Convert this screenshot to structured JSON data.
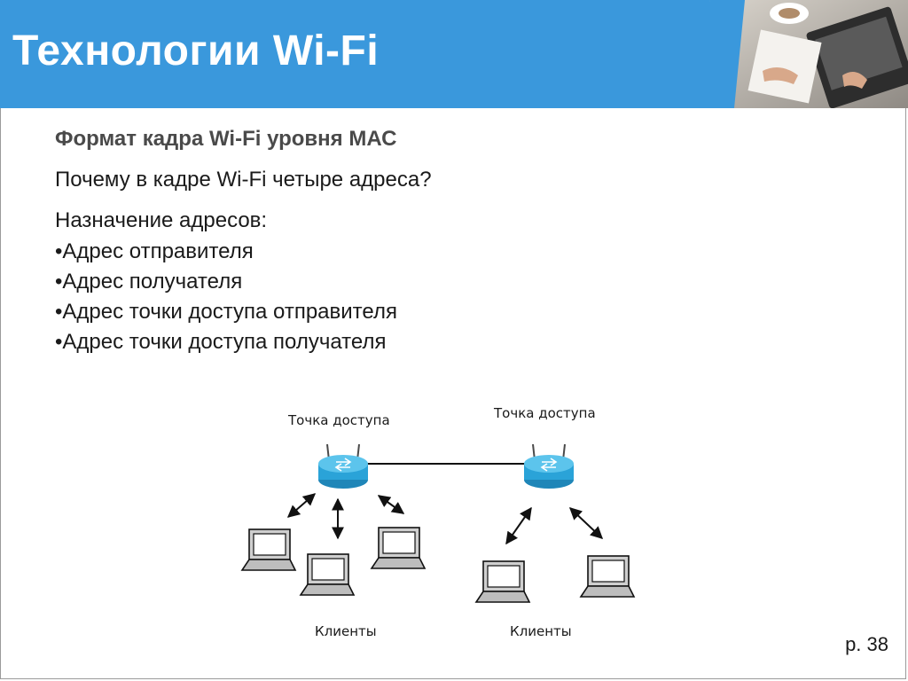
{
  "slide": {
    "title": "Технологии Wi-Fi",
    "subtitle": "Формат кадра Wi-Fi уровня МАС",
    "question": "Почему в кадре Wi-Fi четыре адреса?",
    "purpose_heading": "Назначение адресов:",
    "address_items": [
      "•Адрес отправителя",
      "•Адрес получателя",
      "•Адрес точки доступа отправителя",
      "•Адрес точки доступа получателя"
    ],
    "page_number": "р. 38"
  },
  "diagram": {
    "access_point_left": "Точка доступа",
    "access_point_right": "Точка доступа",
    "clients_left": "Клиенты",
    "clients_right": "Клиенты"
  },
  "colors": {
    "header": "#3a98dc",
    "router": "#2aa3d8",
    "text": "#1a1a1a"
  },
  "icons": [
    "router-icon",
    "laptop-icon",
    "double-arrow-icon",
    "desk-photo"
  ]
}
